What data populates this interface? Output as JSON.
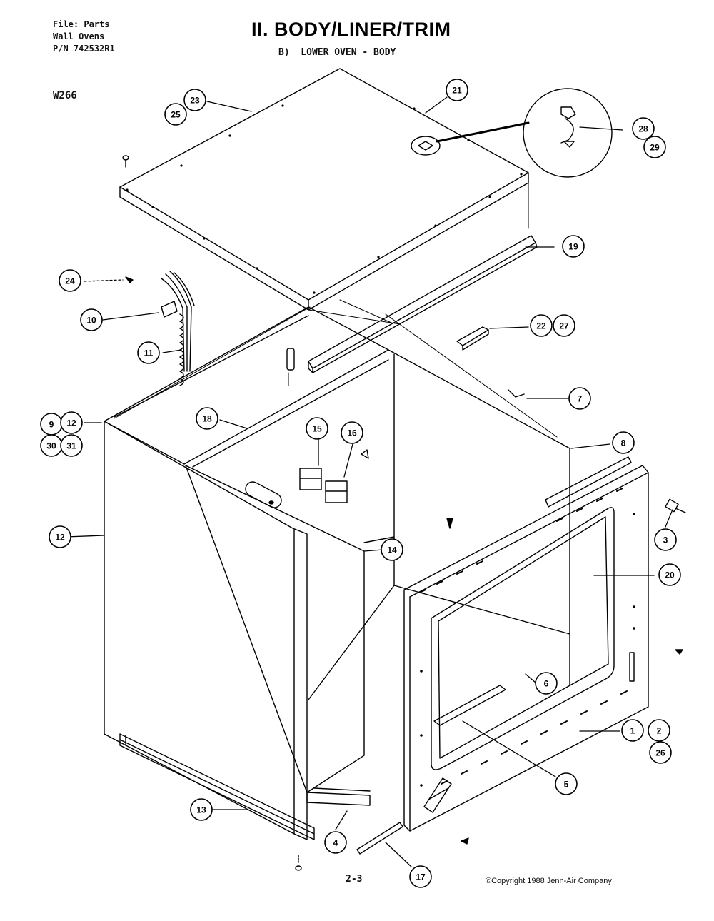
{
  "header": {
    "file_line": "File: Parts",
    "category_line": "Wall Ovens",
    "part_number_line": "P/N 742532R1",
    "title": "II. BODY/LINER/TRIM",
    "subtitle": "B)  LOWER OVEN - BODY",
    "model": "W266"
  },
  "footer": {
    "page_number": "2-3",
    "copyright": "©Copyright 1988 Jenn-Air Company"
  },
  "callouts": [
    {
      "id": "c25",
      "label": "25"
    },
    {
      "id": "c23",
      "label": "23"
    },
    {
      "id": "c21",
      "label": "21"
    },
    {
      "id": "c28",
      "label": "28"
    },
    {
      "id": "c29",
      "label": "29"
    },
    {
      "id": "c19",
      "label": "19"
    },
    {
      "id": "c24",
      "label": "24"
    },
    {
      "id": "c10",
      "label": "10"
    },
    {
      "id": "c22",
      "label": "22"
    },
    {
      "id": "c27",
      "label": "27"
    },
    {
      "id": "c11",
      "label": "11"
    },
    {
      "id": "c7",
      "label": "7"
    },
    {
      "id": "c9",
      "label": "9"
    },
    {
      "id": "c12a",
      "label": "12"
    },
    {
      "id": "c30",
      "label": "30"
    },
    {
      "id": "c31",
      "label": "31"
    },
    {
      "id": "c18",
      "label": "18"
    },
    {
      "id": "c15",
      "label": "15"
    },
    {
      "id": "c16",
      "label": "16"
    },
    {
      "id": "c8",
      "label": "8"
    },
    {
      "id": "c3",
      "label": "3"
    },
    {
      "id": "c12b",
      "label": "12"
    },
    {
      "id": "c14",
      "label": "14"
    },
    {
      "id": "c20",
      "label": "20"
    },
    {
      "id": "c6",
      "label": "6"
    },
    {
      "id": "c1",
      "label": "1"
    },
    {
      "id": "c2",
      "label": "2"
    },
    {
      "id": "c26",
      "label": "26"
    },
    {
      "id": "c5",
      "label": "5"
    },
    {
      "id": "c13",
      "label": "13"
    },
    {
      "id": "c4",
      "label": "4"
    },
    {
      "id": "c17",
      "label": "17"
    }
  ]
}
